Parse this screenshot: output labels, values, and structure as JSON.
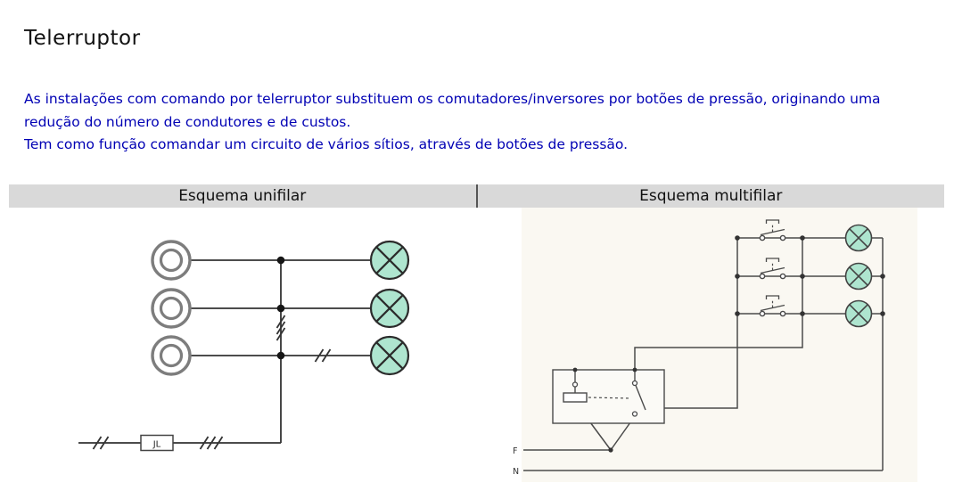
{
  "page": {
    "title": "Telerruptor",
    "intro": {
      "line1": "As instalações com comando por telerruptor substituem os comutadores/inversores por botões de pressão, originando uma",
      "line2": "redução do número de condutores e de custos.",
      "line3": "Tem como função comandar um circuito de vários sítios, através de botões de pressão."
    }
  },
  "figure": {
    "left_header": "Esquema unifilar",
    "right_header": "Esquema multifilar",
    "unifilar": {
      "relay_label": "JL"
    },
    "multifilar": {
      "phase_label": "F",
      "neutral_label": "N"
    }
  },
  "colors": {
    "text_blue": "#0000b4",
    "header_bg": "#d9d9d9",
    "lamp_fill": "#aee5cf",
    "wire_dark": "#333333",
    "wire_scan": "#4a4a4a"
  }
}
